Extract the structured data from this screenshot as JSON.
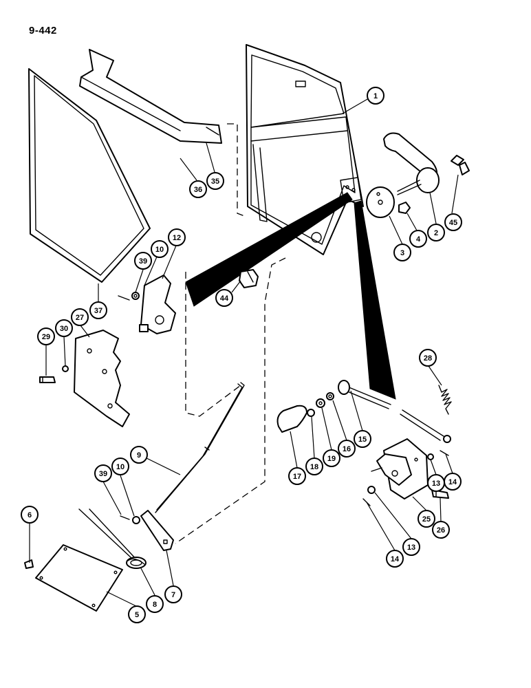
{
  "page_number": "9-442",
  "callouts": {
    "c1": "1",
    "c2": "2",
    "c3": "3",
    "c4": "4",
    "c5": "5",
    "c6": "6",
    "c7": "7",
    "c8": "8",
    "c9": "9",
    "c10a": "10",
    "c10b": "10",
    "c12": "12",
    "c13a": "13",
    "c13b": "13",
    "c14a": "14",
    "c14b": "14",
    "c15": "15",
    "c16": "16",
    "c17": "17",
    "c18": "18",
    "c19": "19",
    "c25": "25",
    "c26": "26",
    "c27": "27",
    "c28": "28",
    "c29": "29",
    "c30": "30",
    "c35": "35",
    "c36": "36",
    "c37": "37",
    "c39a": "39",
    "c39b": "39",
    "c44": "44",
    "c45": "45"
  }
}
